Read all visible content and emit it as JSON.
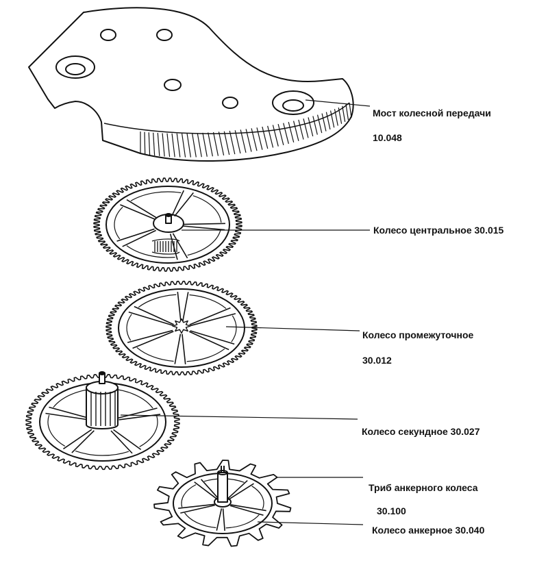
{
  "diagram": {
    "parts": [
      {
        "key": "bridge",
        "name": "Мост колесной передачи",
        "code": "10.048"
      },
      {
        "key": "center",
        "name": "Колесо центральное 30.015"
      },
      {
        "key": "third",
        "name": "Колесо промежуточное",
        "code": "30.012"
      },
      {
        "key": "second",
        "name": "Колесо секундное  30.027"
      },
      {
        "key": "pinion",
        "name": "Триб анкерного колеса",
        "code": "30.100"
      },
      {
        "key": "escape",
        "name": "Колесо анкерное 30.040"
      }
    ]
  },
  "colors": {
    "ink": "#111111",
    "paper": "#ffffff"
  }
}
